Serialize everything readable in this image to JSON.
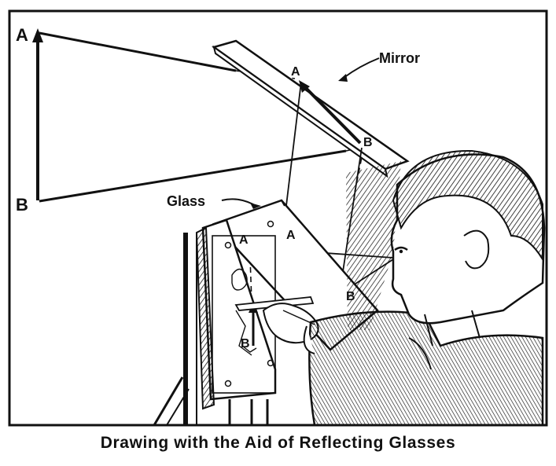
{
  "caption": "Drawing with the Aid of Reflecting Glasses",
  "labels": {
    "object_top": "A",
    "object_bottom": "B",
    "mirror": "Mirror",
    "glass": "Glass",
    "mirror_image_top": "A",
    "mirror_image_bottom": "B",
    "glass_image_top": "A",
    "glass_image_bottom": "B",
    "drawing_top": "A",
    "drawing_bottom": "B"
  },
  "colors": {
    "ink": "#111111",
    "paper": "#ffffff"
  }
}
